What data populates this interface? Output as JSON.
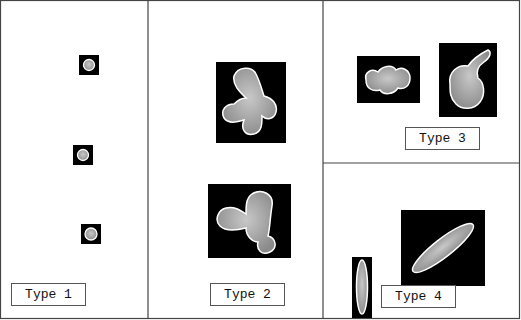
{
  "diagram": {
    "nodes": [
      {
        "text": [
          "Type 1"
        ]
      },
      {
        "text": [
          "Type 2"
        ]
      },
      {
        "text": [
          "Type 3"
        ]
      },
      {
        "text": [
          "Type 4"
        ]
      }
    ]
  }
}
